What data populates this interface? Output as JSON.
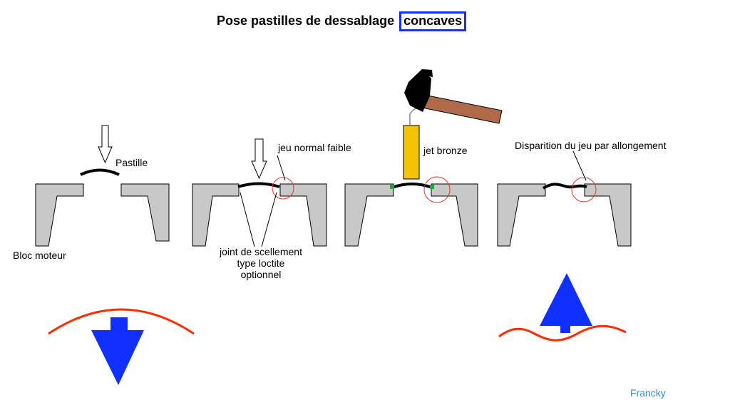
{
  "title": {
    "prefix": "Pose pastilles de dessablage",
    "highlight": "concaves"
  },
  "labels": {
    "pastille": "Pastille",
    "bloc_moteur": "Bloc moteur",
    "jeu_normal": "jeu normal faible",
    "joint_line1": "joint de scellement",
    "joint_line2": "type loctite",
    "joint_line3": "optionnel",
    "jet_bronze": "jet bronze",
    "disparition": "Disparition du jeu par allongement"
  },
  "author": "Francky",
  "colors": {
    "block_fill": "#c8c8c8",
    "outline": "#000000",
    "arrow_blue": "#1030ff",
    "curve_red": "#ff2a00",
    "circle_red": "#e83030",
    "joint_green": "#1aa83a",
    "jet_yellow": "#f5c400",
    "hammer_handle": "#b06a4a",
    "author_blue": "#2a8fd6"
  },
  "icons": [
    "hollow-down-arrow-icon",
    "hammer-icon",
    "blue-down-arrow-icon",
    "blue-up-arrow-icon"
  ]
}
